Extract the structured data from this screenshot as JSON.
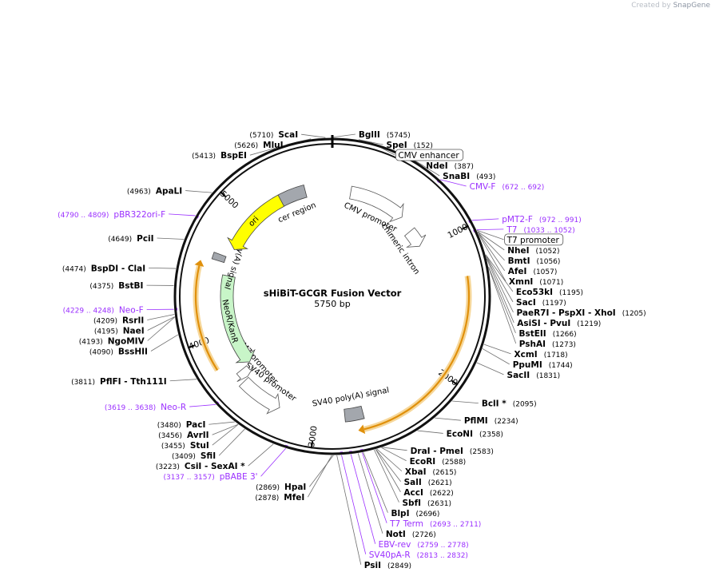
{
  "watermark": {
    "prefix": "Created by",
    "brand": "SnapGene"
  },
  "plasmid": {
    "name": "sHiBiT-GCGR Fusion Vector",
    "size_label": "5750 bp",
    "total_bp": 5750
  },
  "colors": {
    "enzyme": "#000000",
    "primer": "#9b30ff",
    "leader": "#6f6f6f",
    "backbone": "#111111"
  },
  "tick_labels": [
    {
      "bp": 1000,
      "label": "1000"
    },
    {
      "bp": 2000,
      "label": "2000"
    },
    {
      "bp": 3000,
      "label": "3000"
    },
    {
      "bp": 4000,
      "label": "4000"
    },
    {
      "bp": 5000,
      "label": "5000"
    }
  ],
  "features": [
    {
      "name": "cer region",
      "start": 5250,
      "end": 5520,
      "type": "region",
      "color": "#a3a7ad"
    },
    {
      "name": "CMV promoter",
      "start": 160,
      "end": 660,
      "type": "promoter",
      "color": "#ffffff"
    },
    {
      "name": "chimeric intron",
      "start": 800,
      "end": 960,
      "type": "intron",
      "color": "#ffffff"
    },
    {
      "name": "SV40 poly(A) signal",
      "start": 2640,
      "end": 2780,
      "type": "terminator",
      "color": "#a3a7ad"
    },
    {
      "name": "SV40 promoter",
      "start": 3280,
      "end": 3610,
      "type": "promoter",
      "color": "#ffffff"
    },
    {
      "name": "EM7 promoter",
      "start": 3620,
      "end": 3690,
      "type": "promoter",
      "color": "#ffffff"
    },
    {
      "name": "NeoR/KanR",
      "start": 3700,
      "end": 4490,
      "type": "cds",
      "color": "#c8f5c8"
    },
    {
      "name": "poly(A) signal",
      "start": 4590,
      "end": 4640,
      "type": "terminator",
      "color": "#a3a7ad"
    },
    {
      "name": "ori",
      "start": 4720,
      "end": 5300,
      "type": "origin",
      "color": "#ffff00"
    }
  ],
  "orange_arcs": [
    {
      "start": 1300,
      "end": 2700,
      "direction": "cw"
    },
    {
      "start": 3790,
      "end": 4560,
      "direction": "cw"
    }
  ],
  "labels_right": [
    {
      "bp": 5745,
      "name": "BglII",
      "pos": "(5745)",
      "kind": "enzyme"
    },
    {
      "bp": 152,
      "name": "SpeI",
      "pos": "(152)",
      "kind": "enzyme"
    },
    {
      "bp": 220,
      "name": "CMV enhancer",
      "pos": "",
      "kind": "feature"
    },
    {
      "bp": 387,
      "name": "NdeI",
      "pos": "(387)",
      "kind": "enzyme"
    },
    {
      "bp": 493,
      "name": "SnaBI",
      "pos": "(493)",
      "kind": "enzyme"
    },
    {
      "bp": 682,
      "name": "CMV-F",
      "pos": "(672 .. 692)",
      "kind": "primer"
    },
    {
      "bp": 981,
      "name": "pMT2-F",
      "pos": "(972 .. 991)",
      "kind": "primer"
    },
    {
      "bp": 1042,
      "name": "T7",
      "pos": "(1033 .. 1052)",
      "kind": "primer"
    },
    {
      "bp": 1045,
      "name": "T7 promoter",
      "pos": "",
      "kind": "feature"
    },
    {
      "bp": 1052,
      "name": "NheI",
      "pos": "(1052)",
      "kind": "enzyme"
    },
    {
      "bp": 1056,
      "name": "BmtI",
      "pos": "(1056)",
      "kind": "enzyme"
    },
    {
      "bp": 1057,
      "name": "AfeI",
      "pos": "(1057)",
      "kind": "enzyme"
    },
    {
      "bp": 1071,
      "name": "XmnI",
      "pos": "(1071)",
      "kind": "enzyme"
    },
    {
      "bp": 1195,
      "name": "Eco53kI",
      "pos": "(1195)",
      "kind": "enzyme"
    },
    {
      "bp": 1197,
      "name": "SacI",
      "pos": "(1197)",
      "kind": "enzyme"
    },
    {
      "bp": 1205,
      "name": "PaeR7I  - PspXI  - XhoI",
      "pos": "(1205)",
      "kind": "enzyme"
    },
    {
      "bp": 1219,
      "name": "AsiSI  - PvuI",
      "pos": "(1219)",
      "kind": "enzyme"
    },
    {
      "bp": 1266,
      "name": "BstEII",
      "pos": "(1266)",
      "kind": "enzyme"
    },
    {
      "bp": 1273,
      "name": "PshAI",
      "pos": "(1273)",
      "kind": "enzyme"
    },
    {
      "bp": 1718,
      "name": "XcmI",
      "pos": "(1718)",
      "kind": "enzyme"
    },
    {
      "bp": 1744,
      "name": "PpuMI",
      "pos": "(1744)",
      "kind": "enzyme"
    },
    {
      "bp": 1831,
      "name": "SacII",
      "pos": "(1831)",
      "kind": "enzyme"
    },
    {
      "bp": 2095,
      "name": "BclI *",
      "pos": "(2095)",
      "kind": "enzyme"
    },
    {
      "bp": 2234,
      "name": "PflMI",
      "pos": "(2234)",
      "kind": "enzyme"
    },
    {
      "bp": 2358,
      "name": "EcoNI",
      "pos": "(2358)",
      "kind": "enzyme"
    },
    {
      "bp": 2583,
      "name": "DraI  - PmeI",
      "pos": "(2583)",
      "kind": "enzyme"
    },
    {
      "bp": 2588,
      "name": "EcoRI",
      "pos": "(2588)",
      "kind": "enzyme"
    },
    {
      "bp": 2615,
      "name": "XbaI",
      "pos": "(2615)",
      "kind": "enzyme"
    },
    {
      "bp": 2621,
      "name": "SalI",
      "pos": "(2621)",
      "kind": "enzyme"
    },
    {
      "bp": 2622,
      "name": "AccI",
      "pos": "(2622)",
      "kind": "enzyme"
    },
    {
      "bp": 2631,
      "name": "SbfI",
      "pos": "(2631)",
      "kind": "enzyme"
    },
    {
      "bp": 2696,
      "name": "BlpI",
      "pos": "(2696)",
      "kind": "enzyme"
    },
    {
      "bp": 2702,
      "name": "T7 Term",
      "pos": "(2693 .. 2711)",
      "kind": "primer"
    },
    {
      "bp": 2726,
      "name": "NotI",
      "pos": "(2726)",
      "kind": "enzyme"
    },
    {
      "bp": 2768,
      "name": "EBV-rev",
      "pos": "(2759 .. 2778)",
      "kind": "primer"
    },
    {
      "bp": 2822,
      "name": "SV40pA-R",
      "pos": "(2813 .. 2832)",
      "kind": "primer"
    },
    {
      "bp": 2849,
      "name": "PsiI",
      "pos": "(2849)",
      "kind": "enzyme"
    }
  ],
  "labels_left": [
    {
      "bp": 5710,
      "name": "ScaI",
      "pos": "(5710)",
      "kind": "enzyme"
    },
    {
      "bp": 5626,
      "name": "MluI",
      "pos": "(5626)",
      "kind": "enzyme"
    },
    {
      "bp": 5413,
      "name": "BspEI",
      "pos": "(5413)",
      "kind": "enzyme"
    },
    {
      "bp": 4963,
      "name": "ApaLI",
      "pos": "(4963)",
      "kind": "enzyme"
    },
    {
      "bp": 4800,
      "name": "pBR322ori-F",
      "pos": "(4790 .. 4809)",
      "kind": "primer"
    },
    {
      "bp": 4649,
      "name": "PciI",
      "pos": "(4649)",
      "kind": "enzyme"
    },
    {
      "bp": 4474,
      "name": "BspDI  - ClaI",
      "pos": "(4474)",
      "kind": "enzyme"
    },
    {
      "bp": 4375,
      "name": "BstBI",
      "pos": "(4375)",
      "kind": "enzyme"
    },
    {
      "bp": 4238,
      "name": "Neo-F",
      "pos": "(4229 .. 4248)",
      "kind": "primer"
    },
    {
      "bp": 4209,
      "name": "RsrII",
      "pos": "(4209)",
      "kind": "enzyme"
    },
    {
      "bp": 4195,
      "name": "NaeI",
      "pos": "(4195)",
      "kind": "enzyme"
    },
    {
      "bp": 4193,
      "name": "NgoMIV",
      "pos": "(4193)",
      "kind": "enzyme"
    },
    {
      "bp": 4090,
      "name": "BssHII",
      "pos": "(4090)",
      "kind": "enzyme"
    },
    {
      "bp": 3811,
      "name": "PflFI  - Tth111I",
      "pos": "(3811)",
      "kind": "enzyme"
    },
    {
      "bp": 3628,
      "name": "Neo-R",
      "pos": "(3619 .. 3638)",
      "kind": "primer"
    },
    {
      "bp": 3480,
      "name": "PacI",
      "pos": "(3480)",
      "kind": "enzyme"
    },
    {
      "bp": 3456,
      "name": "AvrII",
      "pos": "(3456)",
      "kind": "enzyme"
    },
    {
      "bp": 3455,
      "name": "StuI",
      "pos": "(3455)",
      "kind": "enzyme"
    },
    {
      "bp": 3409,
      "name": "SfiI",
      "pos": "(3409)",
      "kind": "enzyme"
    },
    {
      "bp": 3223,
      "name": "CsiI  - SexAI *",
      "pos": "(3223)",
      "kind": "enzyme"
    },
    {
      "bp": 3147,
      "name": "pBABE 3'",
      "pos": "(3137 .. 3157)",
      "kind": "primer"
    },
    {
      "bp": 2878,
      "name": "MfeI",
      "pos": "(2878)",
      "kind": "enzyme"
    },
    {
      "bp": 2869,
      "name": "HpaI",
      "pos": "(2869)",
      "kind": "enzyme"
    }
  ]
}
